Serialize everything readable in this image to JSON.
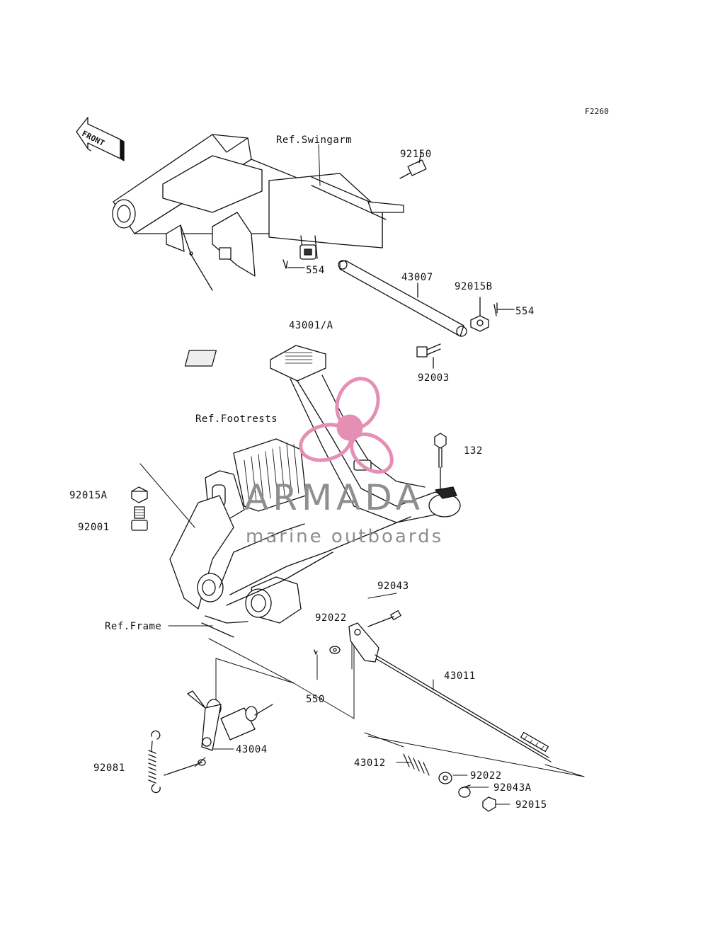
{
  "diagram": {
    "figure_code": "F2260",
    "direction_label": "FRONT",
    "reference_labels": {
      "swingarm": "Ref.Swingarm",
      "footrests": "Ref.Footrests",
      "frame": "Ref.Frame"
    },
    "part_labels": {
      "p92150": "92150",
      "p554a": "554",
      "p43007": "43007",
      "p92015b": "92015B",
      "p554b": "554",
      "p43001a": "43001/A",
      "p92003": "92003",
      "p132": "132",
      "p92015a": "92015A",
      "p92001": "92001",
      "p92043a_top": "92043",
      "p92022a": "92022",
      "p550": "550",
      "p43011": "43011",
      "p43004": "43004",
      "p92081": "92081",
      "p43012": "43012",
      "p92022b": "92022",
      "p92043a": "92043A",
      "p92015": "92015"
    },
    "line_color": "#111111"
  },
  "watermark": {
    "brand": "ARMADA",
    "tagline": "marine outboards",
    "logo_color": "#e58fb4",
    "text_color": "#8e8e8e"
  }
}
